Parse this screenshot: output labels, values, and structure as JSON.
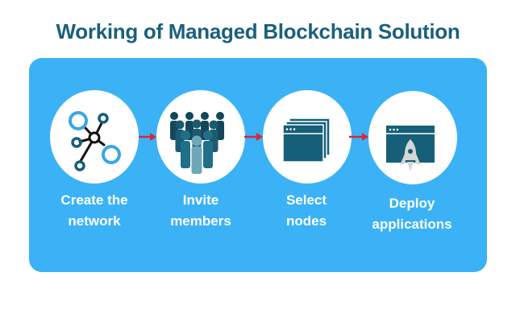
{
  "title": "Working of Managed Blockchain Solution",
  "colors": {
    "panel": "#3bb2f6",
    "title": "#1a607d",
    "icon_dark": "#155f78",
    "icon_light_blue": "#3aa7e3",
    "arrow": "#d6283a"
  },
  "steps": [
    {
      "icon": "network-icon",
      "label_line1": "Create the",
      "label_line2": "network"
    },
    {
      "icon": "people-group-icon",
      "label_line1": "Invite",
      "label_line2": "members"
    },
    {
      "icon": "stacked-windows-icon",
      "label_line1": "Select",
      "label_line2": "nodes"
    },
    {
      "icon": "rocket-window-icon",
      "label_line1": "Deploy",
      "label_line2": "applications"
    }
  ],
  "connectors": [
    "arrow-right-icon",
    "arrow-right-icon",
    "arrow-right-icon"
  ]
}
